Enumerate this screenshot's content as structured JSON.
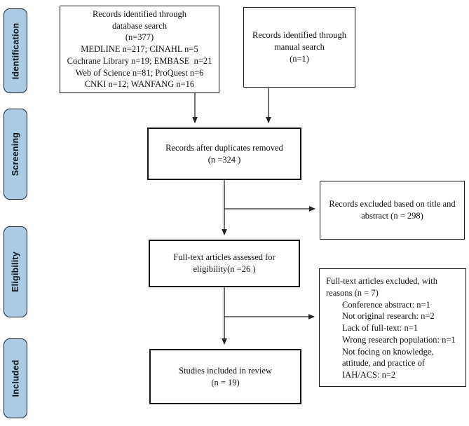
{
  "figure": {
    "stages": [
      {
        "label": "Identification"
      },
      {
        "label": "Screening"
      },
      {
        "label": "Eligibility"
      },
      {
        "label": "Included"
      }
    ],
    "boxes": {
      "database_search": {
        "lines": [
          "Records identified through",
          "database search",
          "(n=377)",
          "MEDLINE n=217; CINAHL n=5",
          "Cochrane Library n=19; EMBASE  n=21",
          "Web of Science n=81; ProQuest n=6",
          "CNKI n=12; WANFANG n=16"
        ]
      },
      "manual_search": {
        "lines": [
          "Records identified through",
          "manual search",
          "(n=1)"
        ]
      },
      "duplicates_removed": {
        "lines": [
          "Records after duplicates removed",
          "(n =324 )"
        ]
      },
      "title_abstract_excluded": {
        "lines": [
          "Records excluded based on title and",
          "abstract (n = 298)"
        ]
      },
      "fulltext_assessed": {
        "lines": [
          "Full-text articles assessed for",
          "eligibility(n =26 )"
        ]
      },
      "fulltext_excluded": {
        "header_lines": [
          "Full-text articles excluded, with",
          "reasons (n = 7)"
        ],
        "reasons": [
          "Conference abstract: n=1",
          "Not original research: n=2",
          "Lack of full-text: n=1",
          "Wrong research population: n=1",
          "Not focing on knowledge,",
          "attitude, and practice of",
          "IAH/ACS: n=2"
        ]
      },
      "included_review": {
        "lines": [
          "Studies included in review",
          "(n = 19)"
        ]
      }
    },
    "colors": {
      "stage_fill": "#a9cbe5",
      "stage_border": "#16222e",
      "box_border": "#141414",
      "arrow": "#222222",
      "background": "#ffffff"
    }
  }
}
